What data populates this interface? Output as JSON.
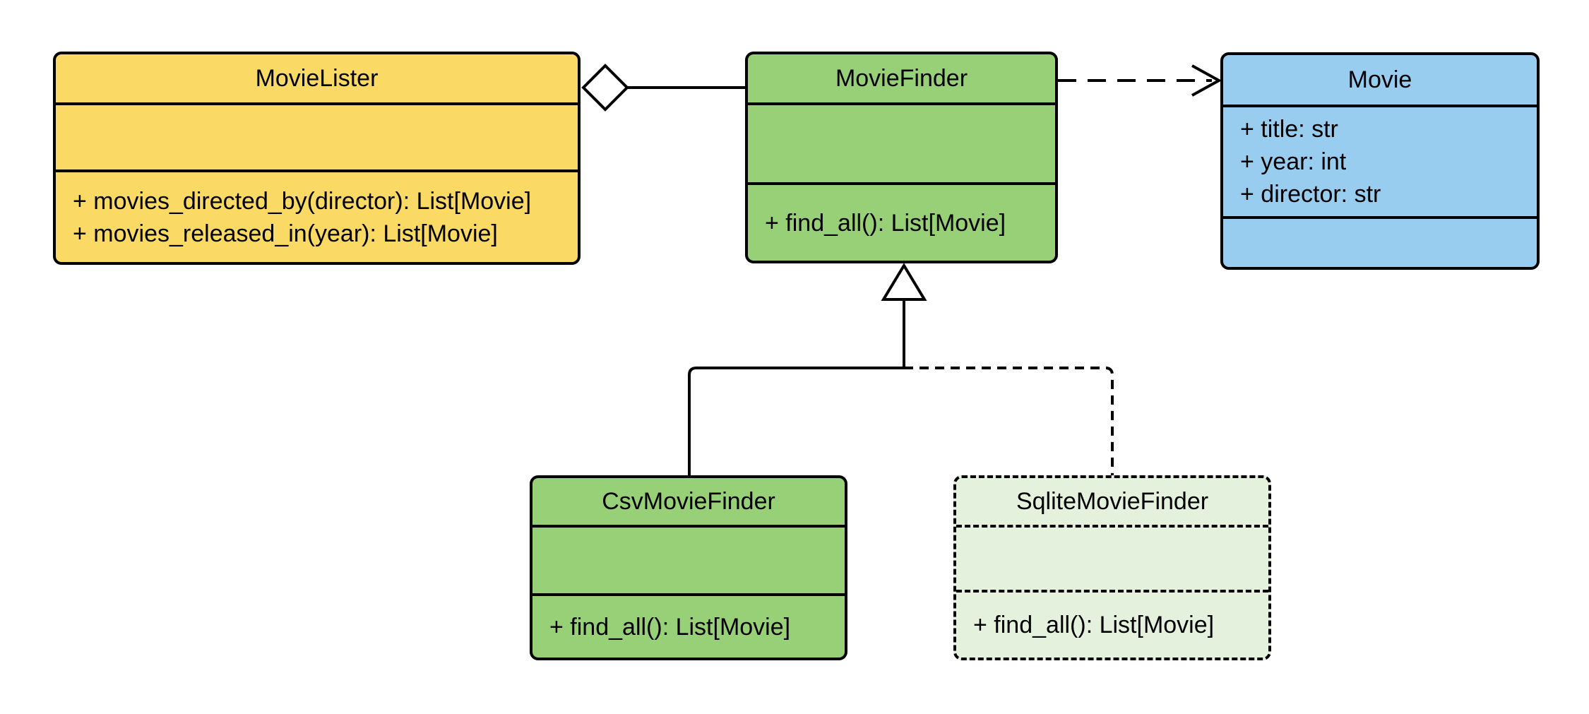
{
  "diagram": {
    "type": "uml-class-diagram",
    "background_color": "#FFFFFF",
    "line_color": "#000000",
    "text_color": "#000000",
    "marker_fill_color": "#FFFFFF",
    "classes": {
      "movie_lister": {
        "name": "MovieLister",
        "fill_color": "#FBD965",
        "border": "solid",
        "attributes": [],
        "methods": [
          "+ movies_directed_by(director): List[Movie]",
          "+ movies_released_in(year): List[Movie]"
        ]
      },
      "movie_finder": {
        "name": "MovieFinder",
        "fill_color": "#97D077",
        "border": "solid",
        "attributes": [],
        "methods": [
          "+ find_all(): List[Movie]"
        ]
      },
      "movie": {
        "name": "Movie",
        "fill_color": "#98CDF0",
        "border": "solid",
        "attributes": [
          "+ title: str",
          "+ year: int",
          "+ director: str"
        ],
        "methods": []
      },
      "csv_movie_finder": {
        "name": "CsvMovieFinder",
        "fill_color": "#97D077",
        "border": "solid",
        "attributes": [],
        "methods": [
          "+ find_all(): List[Movie]"
        ]
      },
      "sqlite_movie_finder": {
        "name": "SqliteMovieFinder",
        "fill_color": "#E4F2DD",
        "border": "dashed",
        "attributes": [],
        "methods": [
          "+ find_all(): List[Movie]"
        ]
      }
    },
    "relationships": [
      {
        "type": "aggregation",
        "from": "MovieLister",
        "to": "MovieFinder",
        "line": "solid",
        "marker": "hollow-diamond"
      },
      {
        "type": "dependency",
        "from": "MovieFinder",
        "to": "Movie",
        "line": "dashed",
        "marker": "open-arrow"
      },
      {
        "type": "inheritance",
        "from": "CsvMovieFinder",
        "to": "MovieFinder",
        "line": "solid",
        "marker": "hollow-triangle"
      },
      {
        "type": "inheritance",
        "from": "SqliteMovieFinder",
        "to": "MovieFinder",
        "line": "dashed",
        "marker": "hollow-triangle"
      }
    ]
  }
}
